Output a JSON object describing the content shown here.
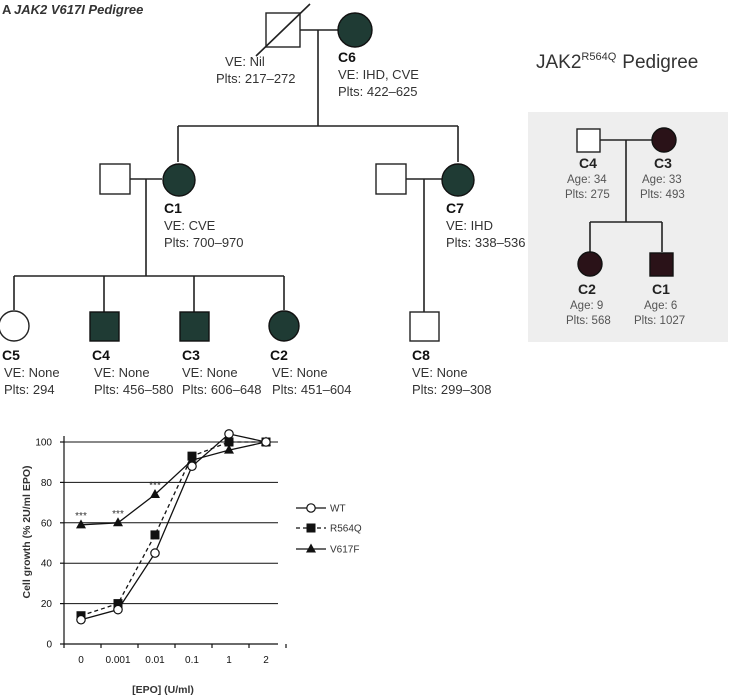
{
  "left_pedigree": {
    "title_prefix": "A",
    "title": "JAK2 V617I Pedigree",
    "founder_male": {
      "ve": "VE: Nil",
      "plts": "Plts: 217–272"
    },
    "C6": {
      "id": "C6",
      "ve": "VE: IHD, CVE",
      "plts": "Plts: 422–625"
    },
    "C1": {
      "id": "C1",
      "ve": "VE: CVE",
      "plts": "Plts: 700–970"
    },
    "C7": {
      "id": "C7",
      "ve": "VE: IHD",
      "plts": "Plts: 338–536"
    },
    "children": [
      {
        "id": "C5",
        "ve": "VE: None",
        "plts": "Plts: 294"
      },
      {
        "id": "C4",
        "ve": "VE: None",
        "plts": "Plts: 456–580"
      },
      {
        "id": "C3",
        "ve": "VE: None",
        "plts": "Plts: 606–648"
      },
      {
        "id": "C2",
        "ve": "VE: None",
        "plts": "Plts: 451–604"
      }
    ],
    "C8": {
      "id": "C8",
      "ve": "VE: None",
      "plts": "Plts: 299–308"
    }
  },
  "right_pedigree": {
    "title_main": "JAK2",
    "title_sup": "R564Q",
    "title_tail": "Pedigree",
    "C4": {
      "id": "C4",
      "age": "Age: 34",
      "plts": "Plts: 275"
    },
    "C3": {
      "id": "C3",
      "age": "Age: 33",
      "plts": "Plts: 493"
    },
    "C2": {
      "id": "C2",
      "age": "Age: 9",
      "plts": "Plts: 568"
    },
    "C1": {
      "id": "C1",
      "age": "Age: 6",
      "plts": "Plts: 1027"
    }
  },
  "chart_data": {
    "type": "line",
    "title": "",
    "xlabel": "[EPO] (U/ml)",
    "ylabel": "Cell growth (% 2U/ml EPO)",
    "categories": [
      "0",
      "0.001",
      "0.01",
      "0.1",
      "1",
      "2"
    ],
    "ylim": [
      0,
      100
    ],
    "yticks": [
      "0",
      "20",
      "40",
      "60",
      "80",
      "100"
    ],
    "grid": true,
    "legend_position": "right",
    "significance_label": "***",
    "significance_at": [
      "0",
      "0.001",
      "0.01"
    ],
    "series": [
      {
        "name": "WT",
        "marker": "circle-open",
        "dash": "solid",
        "values": [
          12,
          17,
          45,
          88,
          104,
          100
        ]
      },
      {
        "name": "R564Q",
        "marker": "square",
        "dash": "dashed",
        "values": [
          14,
          20,
          54,
          93,
          100,
          100
        ]
      },
      {
        "name": "V617F",
        "marker": "triangle",
        "dash": "solid",
        "values": [
          59,
          60,
          74,
          91,
          96,
          100
        ]
      }
    ]
  }
}
